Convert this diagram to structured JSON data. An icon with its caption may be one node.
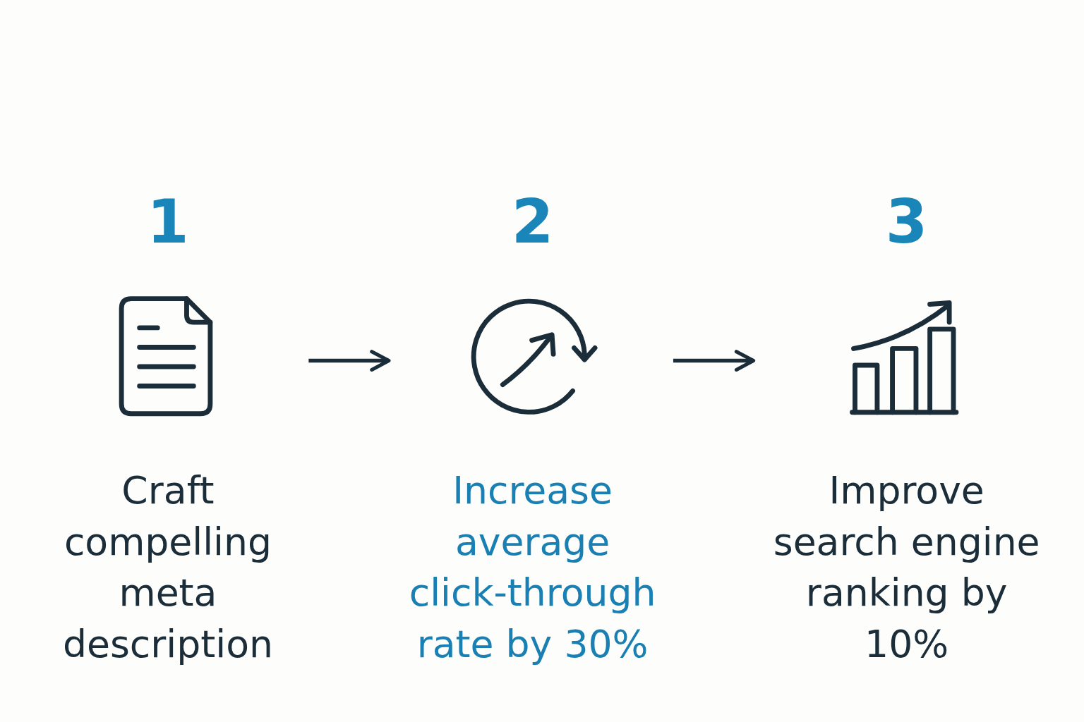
{
  "diagram": {
    "nodes": [
      {
        "text": [
          "1",
          "Craft compelling meta description"
        ]
      },
      {
        "text": [
          "2",
          "Increase average click-through rate by 30%"
        ]
      },
      {
        "text": [
          "3",
          "Improve search engine ranking by 10%"
        ]
      }
    ],
    "edges": [
      {
        "from": 0,
        "to": 1,
        "arrow": "to"
      },
      {
        "from": 1,
        "to": 2,
        "arrow": "to"
      }
    ]
  }
}
